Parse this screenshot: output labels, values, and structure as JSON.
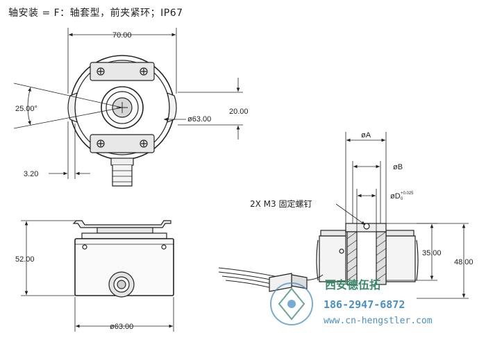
{
  "title": "轴安装 = F：轴套型，前夹紧环；IP67",
  "dims": {
    "width_top": "70.00",
    "angle": "25.00°",
    "dia63_front": "ø63.00",
    "h20": "20.00",
    "w320": "3.20",
    "h52": "52.00",
    "dia63_side": "ø63.00",
    "dia_a": "øA",
    "dia_b": "øB",
    "dia_d": "øD",
    "dia_d_tol": "+0.025",
    "dia_d_tol0": "0",
    "screws": "2X M3 固定螺钉",
    "h35": "35.00",
    "h48": "48.00"
  },
  "watermark": {
    "company": "西安德伍拓",
    "phone": "186-2947-6872",
    "url": "www.cn-hengstler.com"
  }
}
